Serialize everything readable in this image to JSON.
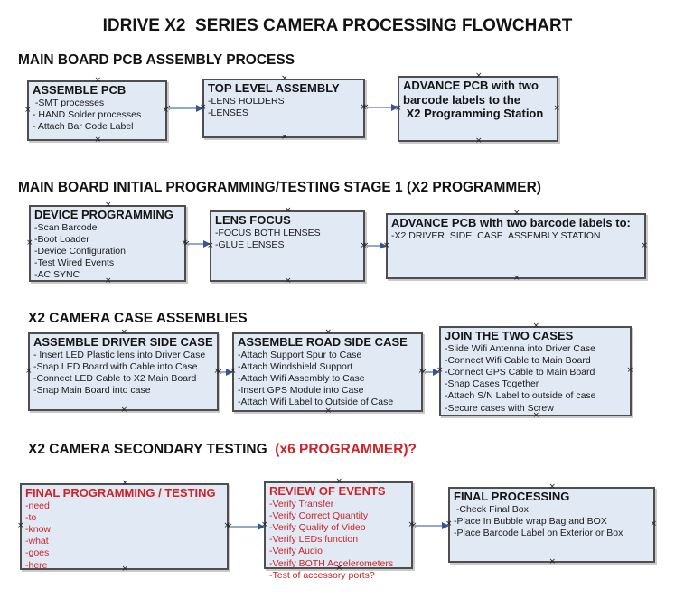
{
  "title": "IDRIVE X2  SERIES CAMERA PROCESSING FLOWCHART",
  "colors": {
    "box_fill": "#e1e9f4",
    "box_border": "#4e4e4e",
    "red_text": "#cc2428",
    "connector_line": "#93a9c6",
    "connector_arrow": "#34549b"
  },
  "sections": [
    {
      "heading": "MAIN BOARD PCB ASSEMBLY PROCESS",
      "boxes": [
        {
          "title": "ASSEMBLE PCB",
          "items": [
            " -SMT processes",
            "- HAND Solder processes",
            "- Attach Bar Code Label"
          ]
        },
        {
          "title": "TOP LEVEL ASSEMBLY",
          "items": [
            "-LENS HOLDERS",
            "-LENSES"
          ]
        },
        {
          "title": "ADVANCE PCB with two\nbarcode labels to the\n X2 Programming Station",
          "items": []
        }
      ]
    },
    {
      "heading": "MAIN BOARD INITIAL PROGRAMMING/TESTING STAGE 1 (X2 PROGRAMMER)",
      "boxes": [
        {
          "title": "DEVICE PROGRAMMING",
          "items": [
            "-Scan Barcode",
            "-Boot Loader",
            "-Device Configuration",
            "-Test Wired Events",
            "-AC SYNC"
          ]
        },
        {
          "title": "LENS FOCUS",
          "items": [
            "-FOCUS BOTH LENSES",
            "-GLUE LENSES"
          ]
        },
        {
          "title": "ADVANCE PCB with two barcode labels to:",
          "items": [
            "-X2 DRIVER  SIDE  CASE  ASSEMBLY STATION"
          ]
        }
      ]
    },
    {
      "heading": "X2 CAMERA CASE ASSEMBLIES",
      "boxes": [
        {
          "title": "ASSEMBLE DRIVER SIDE CASE",
          "items": [
            "- Insert LED Plastic lens into Driver Case",
            "-Snap LED Board with Cable into Case",
            "-Connect LED Cable to X2 Main Board",
            "-Snap Main Board into case"
          ]
        },
        {
          "title": "ASSEMBLE ROAD SIDE CASE",
          "items": [
            "-Attach Support Spur to Case",
            "-Attach Windshield Support",
            "-Attach Wifi Assembly to Case",
            "-Insert GPS Module into Case",
            "-Attach Wifi Label to Outside of Case"
          ]
        },
        {
          "title": "JOIN THE TWO CASES",
          "items": [
            "-Slide Wifi Antenna into Driver Case",
            "-Connect Wifi Cable to Main Board",
            "-Connect GPS Cable to Main Board",
            "-Snap Cases Together",
            "-Attach S/N Label to outside of case",
            "-Secure cases with Screw"
          ]
        }
      ]
    },
    {
      "heading": "X2 CAMERA SECONDARY TESTING",
      "heading_suffix": "  (x6 PROGRAMMER)?",
      "boxes": [
        {
          "title": "FINAL PROGRAMMING / TESTING",
          "items": [
            "-need",
            "-to",
            "-know",
            "-what",
            "-goes",
            "-here"
          ]
        },
        {
          "title": "REVIEW OF EVENTS",
          "items": [
            "-Verify Transfer",
            "-Verify Correct Quantity",
            "-Verify Quality of Video",
            "-Verify LEDs function",
            "-Verify Audio",
            "-Verify BOTH Accelerometers",
            "-Test of accessory ports?"
          ]
        },
        {
          "title": "FINAL PROCESSING",
          "items": [
            " -Check Final Box",
            "-Place In Bubble wrap Bag and BOX",
            "-Place Barcode Label on Exterior or Box"
          ]
        }
      ]
    }
  ]
}
